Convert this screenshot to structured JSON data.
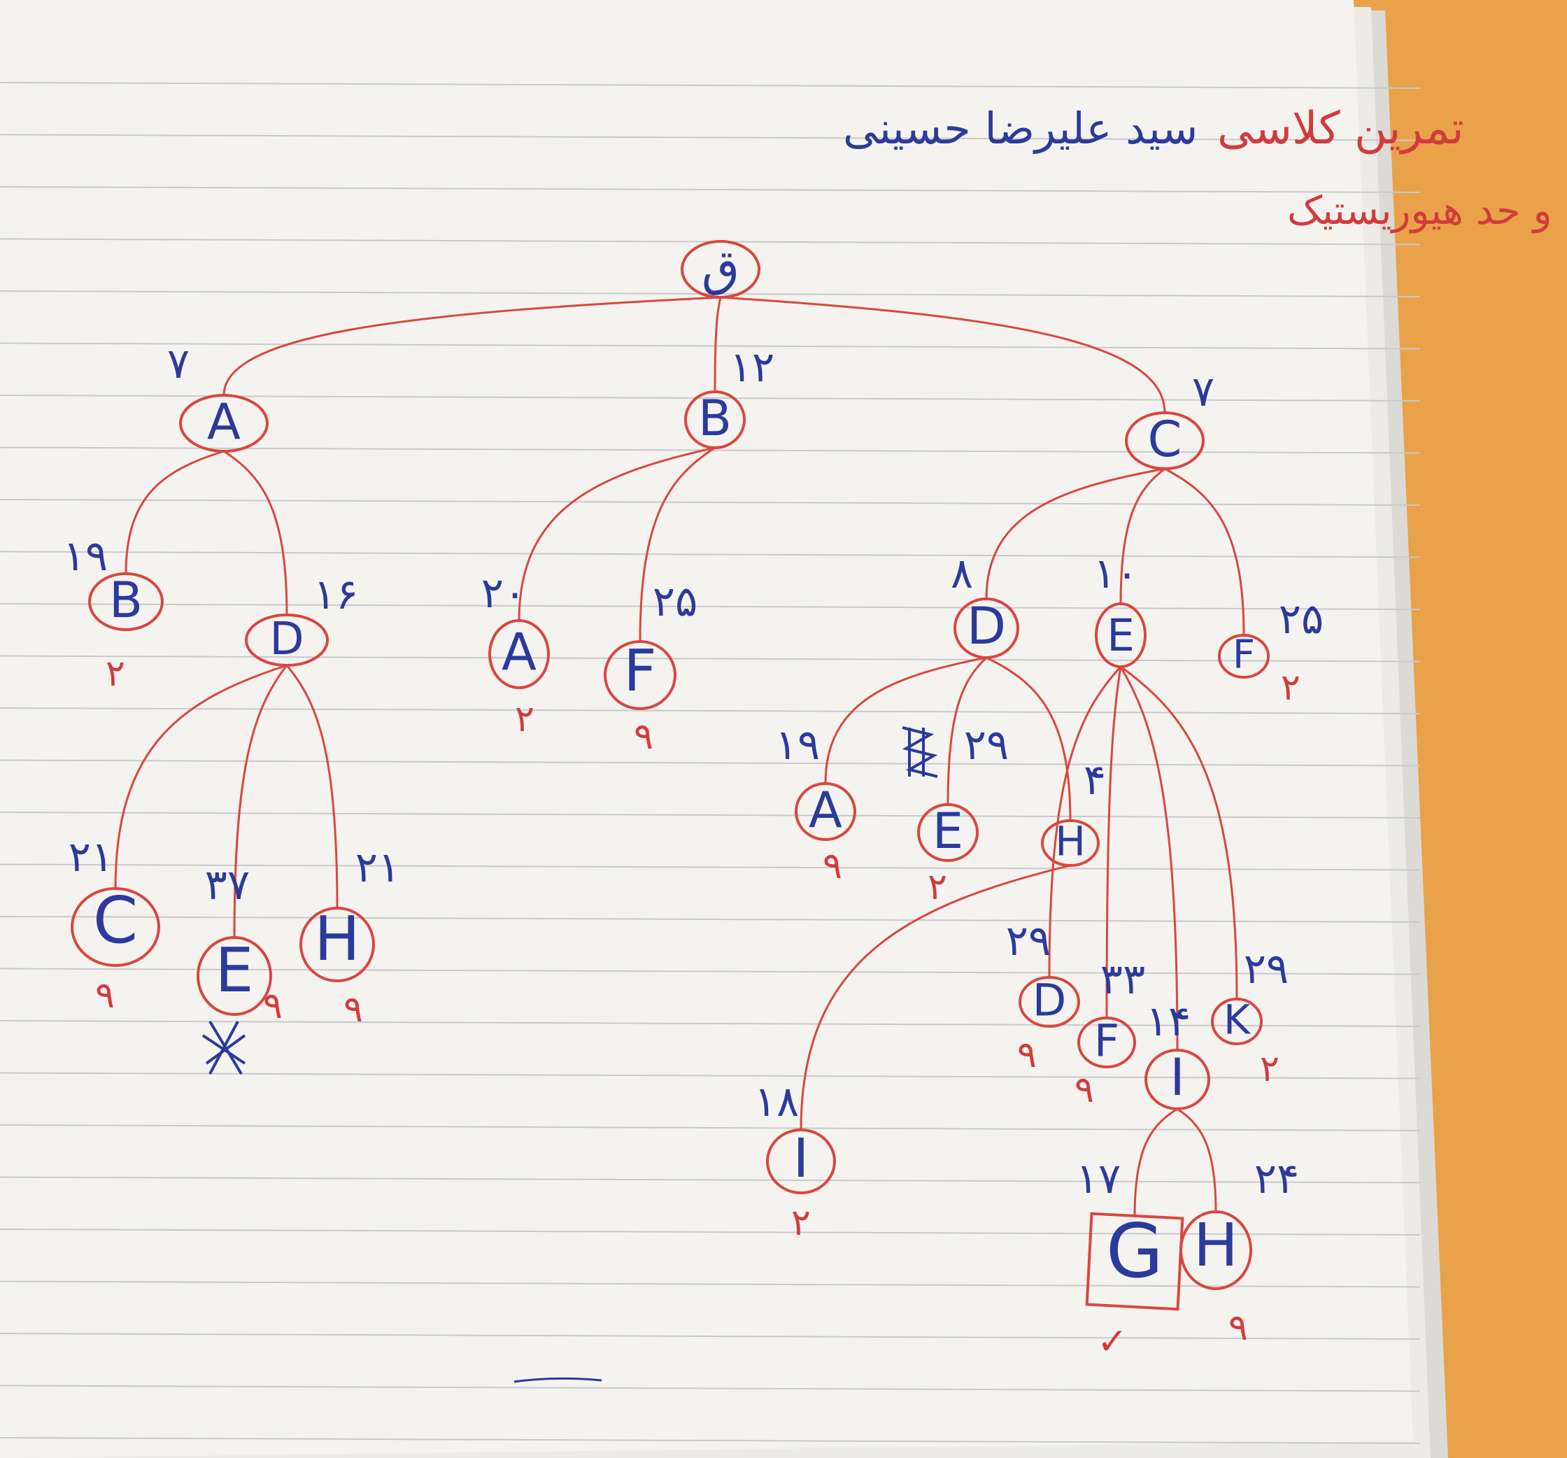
{
  "title_red": "تمرین کلاسی",
  "subtitle_red": "شاخه و حد هیوریستیک",
  "author_blue": "سید علیرضا حسینی",
  "colors": {
    "ink_blue": "#2b3a9b",
    "ink_red": "#d9473f",
    "paper": "#f4f3f0",
    "desk": "#e9a24a"
  },
  "root": {
    "id": "root",
    "label": "ق"
  },
  "nodes": [
    {
      "id": "A1",
      "label": "A",
      "cost": "۷",
      "mark": ""
    },
    {
      "id": "B1",
      "label": "B",
      "cost": "۱۲",
      "mark": ""
    },
    {
      "id": "C1",
      "label": "C",
      "cost": "۷",
      "mark": ""
    },
    {
      "id": "A1-B",
      "label": "B",
      "cost": "۱۹",
      "mark": "۲"
    },
    {
      "id": "A1-D",
      "label": "D",
      "cost": "۱۶",
      "mark": ""
    },
    {
      "id": "D1-C",
      "label": "C",
      "cost": "۲۱",
      "mark": "۹"
    },
    {
      "id": "D1-E",
      "label": "E",
      "cost": "۳۷",
      "mark": "۹"
    },
    {
      "id": "D1-H",
      "label": "H",
      "cost": "۲۱",
      "mark": "۹"
    },
    {
      "id": "B1-A",
      "label": "A",
      "cost": "۲۰",
      "mark": "۲"
    },
    {
      "id": "B1-F",
      "label": "F",
      "cost": "۲۵",
      "mark": "۹"
    },
    {
      "id": "C1-D",
      "label": "D",
      "cost": "۸",
      "mark": ""
    },
    {
      "id": "C1-E",
      "label": "E",
      "cost": "۱۰",
      "mark": ""
    },
    {
      "id": "C1-F",
      "label": "F",
      "cost": "۲۵",
      "mark": "۲"
    },
    {
      "id": "D2-A",
      "label": "A",
      "cost": "۱۹",
      "mark": "۹"
    },
    {
      "id": "D2-E",
      "label": "E",
      "cost": "۲۹",
      "mark": "۲"
    },
    {
      "id": "D2-H",
      "label": "H",
      "cost": "۴",
      "mark": ""
    },
    {
      "id": "H2-I",
      "label": "I",
      "cost": "۱۸",
      "mark": "۲"
    },
    {
      "id": "E2-D",
      "label": "D",
      "cost": "۲۹",
      "mark": "۹"
    },
    {
      "id": "E2-F",
      "label": "F",
      "cost": "۳۳",
      "mark": "۹"
    },
    {
      "id": "E2-I",
      "label": "I",
      "cost": "۱۴",
      "mark": ""
    },
    {
      "id": "E2-K",
      "label": "K",
      "cost": "۲۹",
      "mark": "۲"
    },
    {
      "id": "I2-G",
      "label": "G",
      "cost": "۱۷",
      "mark": "✓",
      "goal": true
    },
    {
      "id": "I2-H",
      "label": "H",
      "cost": "۲۴",
      "mark": "۹"
    }
  ]
}
